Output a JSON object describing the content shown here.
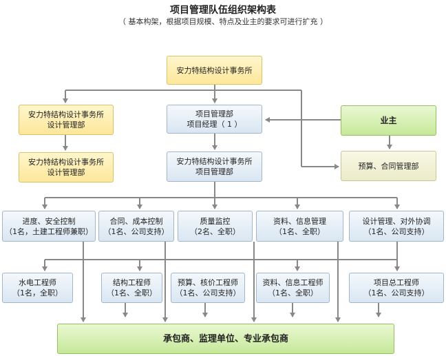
{
  "title": "项目管理队伍组织架构表",
  "subtitle": "（ 基本构架，根据项目规模、特点及业主的要求可进行扩充 ）",
  "nodes": {
    "top": {
      "line1": "安力特结构设计事务所"
    },
    "design_dept_1": {
      "line1": "安力特结构设计事务所",
      "line2": "设计管理部"
    },
    "project_dept": {
      "line1": "项目管理部",
      "line2": "项目经理（ 1 ）"
    },
    "owner": {
      "line1": "业主"
    },
    "design_dept_2": {
      "line1": "安力特结构设计事务所",
      "line2": "设计管理部"
    },
    "project_mgmt": {
      "line1": "安力特结构设计事务所",
      "line2": "项目管理部"
    },
    "budget_dept": {
      "line1": "预算、合同管理部"
    },
    "progress": {
      "line1": "进度、安全控制",
      "line2": "（1名，土建工程师兼职）"
    },
    "contract": {
      "line1": "合同、成本控制",
      "line2": "（1名、公司支持）"
    },
    "quality": {
      "line1": "质量监控",
      "line2": "（2名、全职）"
    },
    "info": {
      "line1": "资料、信息管理",
      "line2": "（1名、全职）"
    },
    "design_mgmt": {
      "line1": "设计管理、对外协调",
      "line2": "（1名、公司支持）"
    },
    "hydro": {
      "line1": "水电工程师",
      "line2": "（1名，全职）"
    },
    "structural": {
      "line1": "结构工程师",
      "line2": "（1名、全职）"
    },
    "cost_eng": {
      "line1": "预算、核价工程师",
      "line2": "（1名、公司支持）"
    },
    "info_eng": {
      "line1": "资料、信息工程师",
      "line2": "（1名、全职）"
    },
    "chief_eng": {
      "line1": "项目总工程师",
      "line2": "（1名、公司支持）"
    },
    "contractors": {
      "line1": "承包商、监理单位、专业承包商"
    }
  },
  "colors": {
    "line": "#888888",
    "yellow": "#fde79a",
    "blue": "#d9e6f2",
    "green": "#c6e89a",
    "beige": "#ecebc9"
  }
}
